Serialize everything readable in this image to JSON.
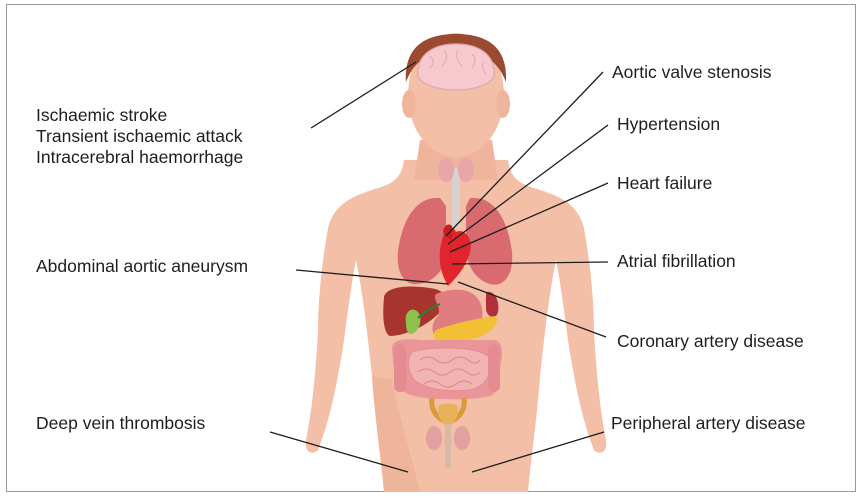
{
  "labels": {
    "brain": [
      "Ischaemic stroke",
      "Transient ischaemic attack",
      "Intracerebral haemorrhage"
    ],
    "aortic_valve": "Aortic valve stenosis",
    "hypertension": "Hypertension",
    "heart_failure": "Heart failure",
    "atrial_fibrillation": "Atrial fibrillation",
    "abdominal_aneurysm": "Abdominal aortic aneurysm",
    "coronary": "Coronary artery disease",
    "dvt": "Deep vein thrombosis",
    "peripheral": "Peripheral artery disease"
  },
  "colors": {
    "skin": "#f3bfa7",
    "skin_shadow": "#eaa98e",
    "hair": "#9a4a2e",
    "brain": "#f6c9cf",
    "lung": "#d96a6f",
    "heart": "#e0262c",
    "liver": "#a8342e",
    "stomach": "#e07d80",
    "pancreas": "#f2c035",
    "gallbladder": "#8dc24a",
    "intestine": "#e9959a",
    "bladder": "#d99a3a",
    "line": "#1e1e1e"
  }
}
